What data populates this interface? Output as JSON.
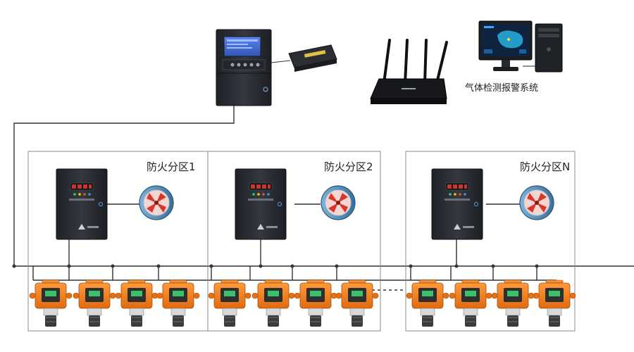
{
  "system_label": "气体检测报警系统",
  "zones": [
    {
      "title": "防火分区1"
    },
    {
      "title": "防火分区2"
    },
    {
      "title": "防火分区N"
    }
  ],
  "colors": {
    "line": "#333333",
    "zone_border": "#888888",
    "controller_body": "#2a2d33",
    "detector_orange": "#f07a1a",
    "fan_red": "#d9362b",
    "lcd_blue": "#3f6fd8"
  }
}
